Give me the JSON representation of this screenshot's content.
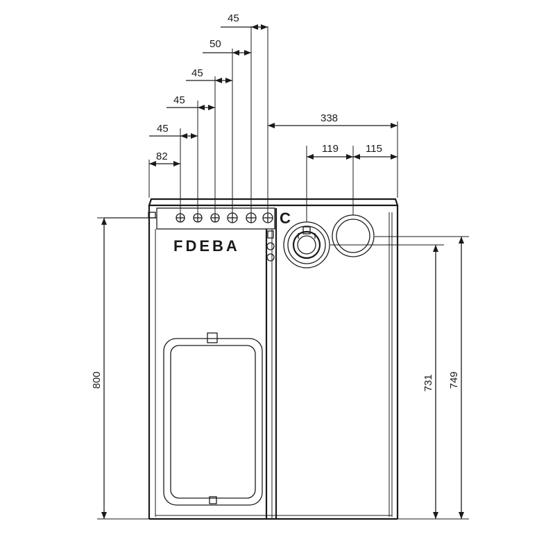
{
  "diagram": {
    "horizontal_dimensions": [
      {
        "id": "d82",
        "label": "82"
      },
      {
        "id": "d45a",
        "label": "45"
      },
      {
        "id": "d45b",
        "label": "45"
      },
      {
        "id": "d45c",
        "label": "45"
      },
      {
        "id": "d50",
        "label": "50"
      },
      {
        "id": "d45d",
        "label": "45"
      },
      {
        "id": "d338",
        "label": "338"
      },
      {
        "id": "d119",
        "label": "119"
      },
      {
        "id": "d115",
        "label": "115"
      }
    ],
    "vertical_dimensions": [
      {
        "id": "v800",
        "label": "800"
      },
      {
        "id": "v731",
        "label": "731"
      },
      {
        "id": "v749",
        "label": "749"
      }
    ],
    "connection_labels": {
      "row": "FDEBA",
      "single": "C"
    },
    "colors": {
      "line": "#1a1a1a",
      "background": "#ffffff"
    }
  }
}
